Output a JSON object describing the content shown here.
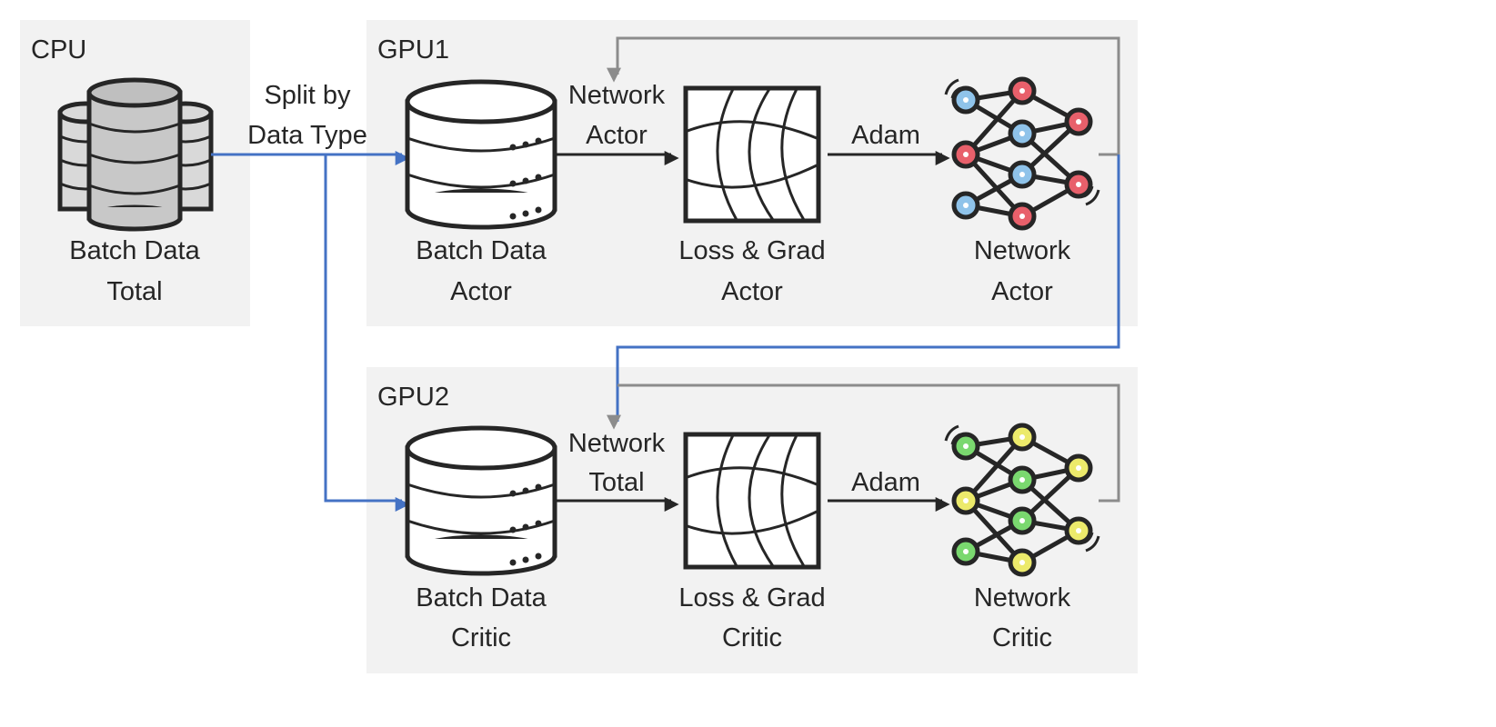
{
  "panels": {
    "cpu": "CPU",
    "gpu1": "GPU1",
    "gpu2": "GPU2"
  },
  "cpu": {
    "db_label_1": "Batch Data",
    "db_label_2": "Total"
  },
  "split_label": {
    "line1": "Split by",
    "line2": "Data Type"
  },
  "gpu1": {
    "batch_label_1": "Batch Data",
    "batch_label_2": "Actor",
    "feed_label_1": "Network",
    "feed_label_2": "Actor",
    "loss_label_1": "Loss & Grad",
    "loss_label_2": "Actor",
    "optimizer_label": "Adam",
    "network_label_1": "Network",
    "network_label_2": "Actor"
  },
  "gpu2": {
    "batch_label_1": "Batch Data",
    "batch_label_2": "Critic",
    "feed_label_1": "Network",
    "feed_label_2": "Total",
    "loss_label_1": "Loss & Grad",
    "loss_label_2": "Critic",
    "optimizer_label": "Adam",
    "network_label_1": "Network",
    "network_label_2": "Critic"
  },
  "colors": {
    "panel": "#f2f2f2",
    "flow_blue": "#4472c4",
    "feedback_gray": "#8c8c8c",
    "outline": "#262626",
    "actor_node_blue": "#8fc3ea",
    "actor_node_red": "#e8606b",
    "critic_node_green": "#7ad86f",
    "critic_node_yellow": "#ecea6b"
  },
  "icons": [
    "database-cluster-icon",
    "database-icon",
    "loss-surface-icon",
    "neural-network-icon"
  ]
}
